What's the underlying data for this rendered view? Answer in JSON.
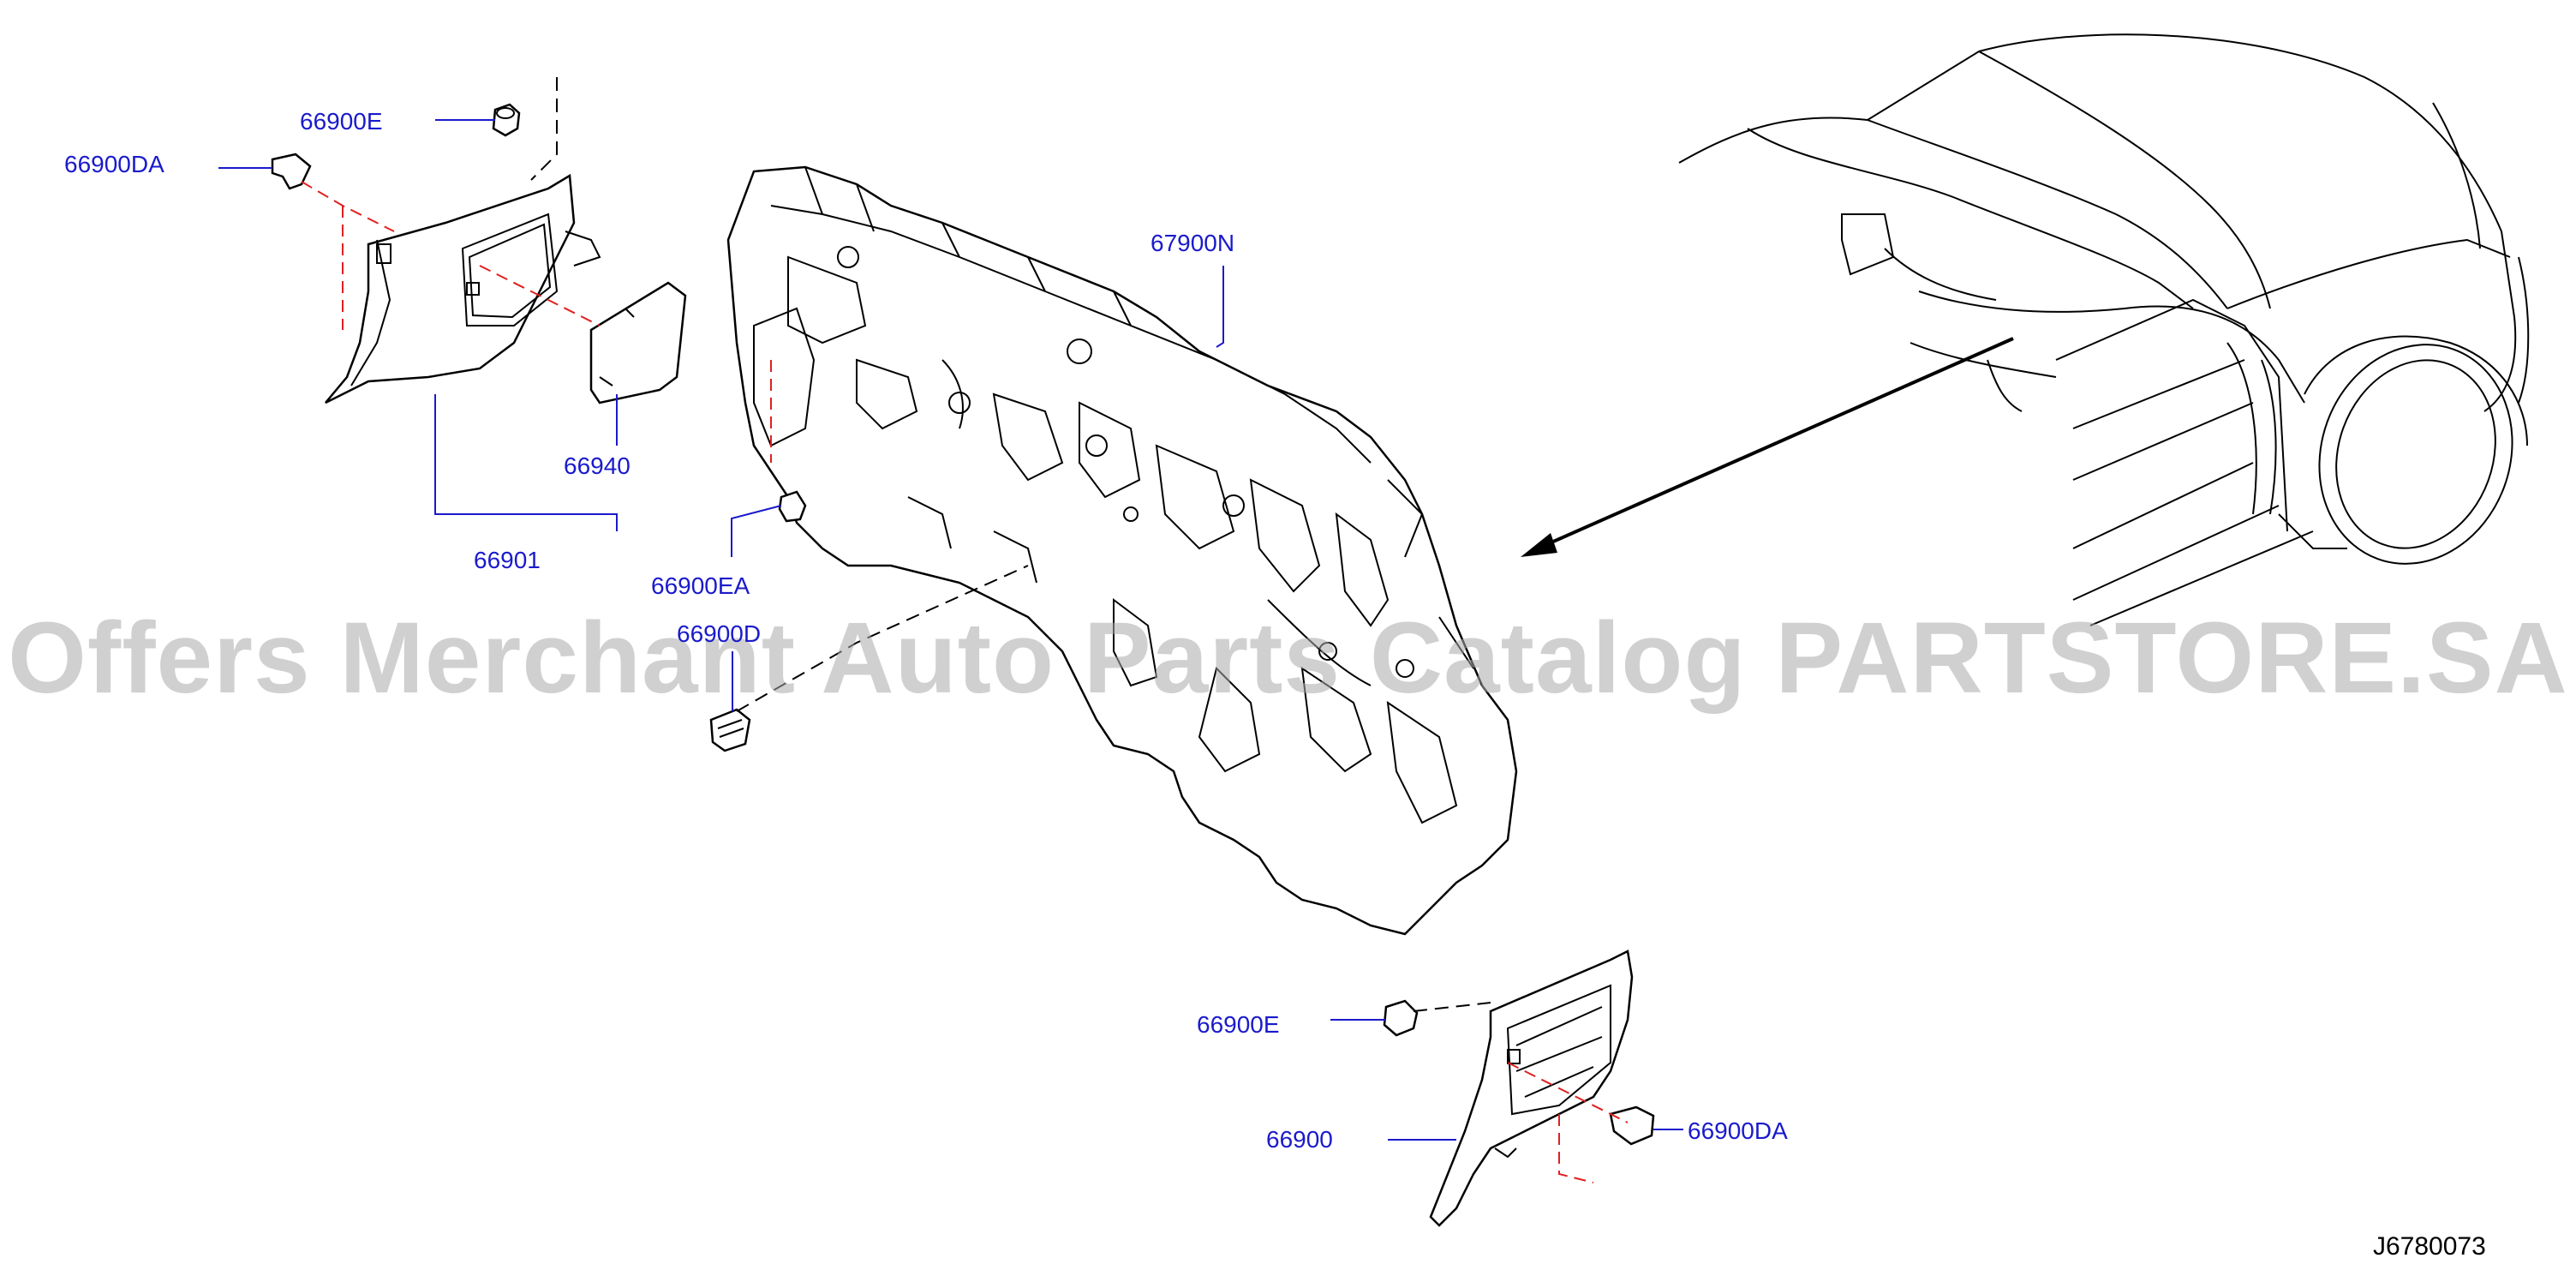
{
  "labels": {
    "l66900E_top": "66900E",
    "l66900DA_top": "66900DA",
    "l66940": "66940",
    "l66901": "66901",
    "l66900EA": "66900EA",
    "l66900D": "66900D",
    "l67900N": "67900N",
    "l66900E_bottom": "66900E",
    "l66900": "66900",
    "l66900DA_bottom": "66900DA"
  },
  "drawing_id": "J6780073",
  "watermark": "Offers Merchant Auto Parts Catalog PARTSTORE.SA",
  "colors": {
    "label_blue": "#1a1acc",
    "leader_blue": "#1a1acc",
    "dash_red": "#e02020",
    "line_black": "#000000",
    "watermark_gray": "#aaaaaa"
  }
}
